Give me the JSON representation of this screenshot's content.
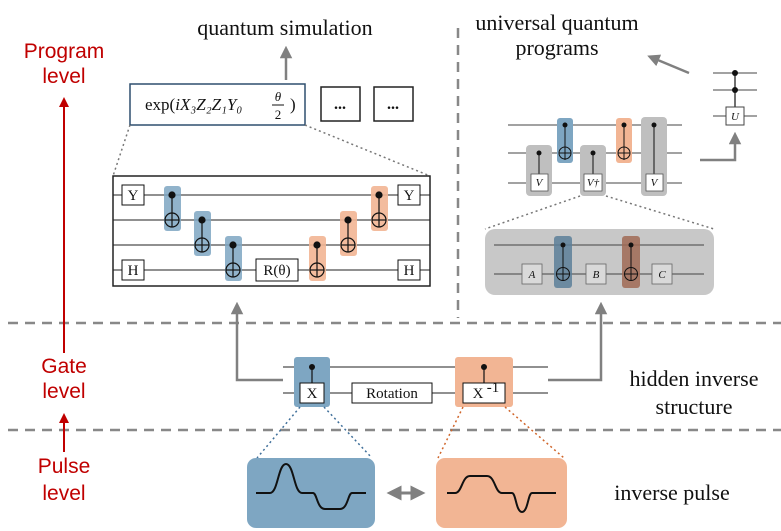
{
  "levels": {
    "program": [
      "Program",
      "level"
    ],
    "gate": [
      "Gate",
      "level"
    ],
    "pulse": [
      "Pulse",
      "level"
    ]
  },
  "labels": {
    "quantum_simulation": "quantum simulation",
    "universal_programs": [
      "universal quantum",
      "programs"
    ],
    "hidden_inverse": [
      "hidden inverse",
      "structure"
    ],
    "inverse_pulse": "inverse pulse"
  },
  "simulation": {
    "exp_prefix": "exp(",
    "exp_body": "iX₃Z₂Z₁Y₀",
    "theta": "θ",
    "two": "2",
    "close": ")",
    "ellipsis": "..."
  },
  "circuit_gates": {
    "Y": "Y",
    "H": "H",
    "R": "R(θ)"
  },
  "universal_gates": {
    "V": "V",
    "Vdag": "V†",
    "U": "U",
    "A": "A",
    "B": "B",
    "C": "C"
  },
  "gate_level": {
    "X": "X",
    "rotation": "Rotation",
    "Xinv": "X",
    "Xinv_sup": "-1"
  },
  "colors": {
    "red": "#c00000",
    "blue": "#7ea6c2",
    "orange": "#f2b594",
    "gray": "#bfbfbf",
    "dashed": "#888888"
  }
}
